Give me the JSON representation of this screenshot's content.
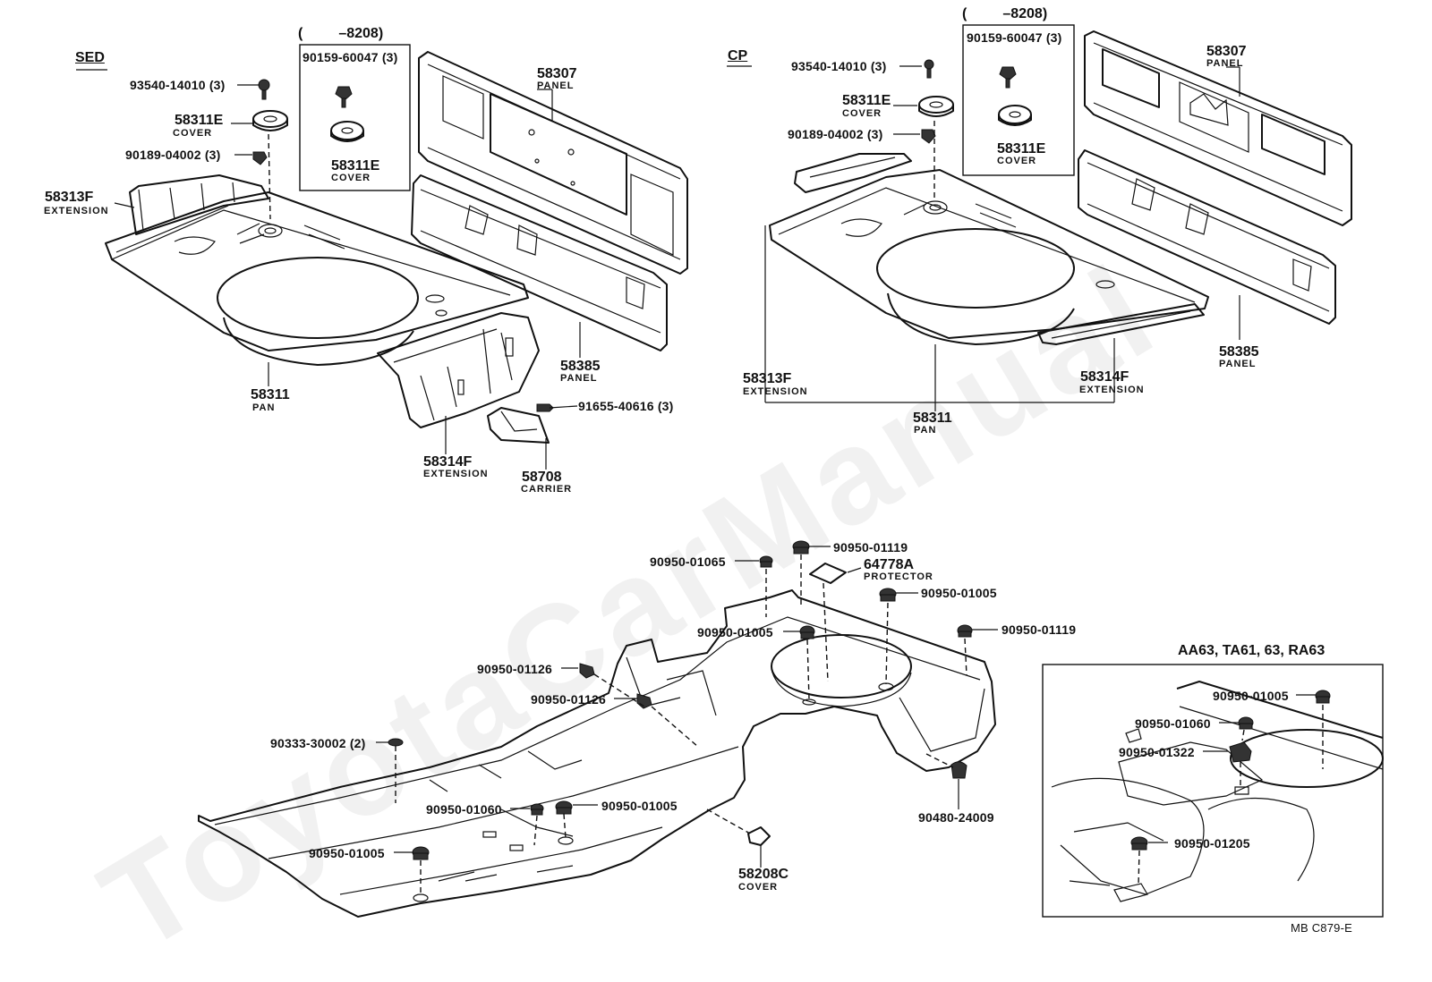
{
  "watermark": "ToyotaCarManual",
  "headers": {
    "sed": "SED",
    "cp": "CP"
  },
  "range_sed": "(         –8208)",
  "range_cp": "(         –8208)",
  "inset_title": "AA63, TA61, 63, RA63",
  "footer_code": "MB C879-E",
  "labels": {
    "sed_93540": "93540-14010 (3)",
    "sed_58311e": "58311E",
    "sed_58311e_sub": "COVER",
    "sed_90189": "90189-04002 (3)",
    "sed_58313f": "58313F",
    "sed_58313f_sub": "EXTENSION",
    "sed_58311": "58311",
    "sed_58311_sub": "PAN",
    "sed_box_90159": "90159-60047 (3)",
    "sed_box_58311e": "58311E",
    "sed_box_58311e_sub": "COVER",
    "sed_58307": "58307",
    "sed_58307_sub": "PANEL",
    "sed_58385": "58385",
    "sed_58385_sub": "PANEL",
    "sed_58314f": "58314F",
    "sed_58314f_sub": "EXTENSION",
    "sed_91655": "91655-40616 (3)",
    "sed_58708": "58708",
    "sed_58708_sub": "CARRIER",
    "cp_93540": "93540-14010 (3)",
    "cp_58311e": "58311E",
    "cp_58311e_sub": "COVER",
    "cp_90189": "90189-04002 (3)",
    "cp_box_90159": "90159-60047 (3)",
    "cp_box_58311e": "58311E",
    "cp_box_58311e_sub": "COVER",
    "cp_58307": "58307",
    "cp_58307_sub": "PANEL",
    "cp_58385": "58385",
    "cp_58385_sub": "PANEL",
    "cp_58313f": "58313F",
    "cp_58313f_sub": "EXTENSION",
    "cp_58314f": "58314F",
    "cp_58314f_sub": "EXTENSION",
    "cp_58311": "58311",
    "cp_58311_sub": "PAN",
    "fl_01065": "90950-01065",
    "fl_01119a": "90950-01119",
    "fl_64778a": "64778A",
    "fl_64778a_sub": "PROTECTOR",
    "fl_01005a": "90950-01005",
    "fl_01005b": "90950-01005",
    "fl_01119b": "90950-01119",
    "fl_01126a": "90950-01126",
    "fl_01126b": "90950-01126",
    "fl_90333": "90333-30002 (2)",
    "fl_01060": "90950-01060",
    "fl_01005c": "90950-01005",
    "fl_01005d": "90950-01005",
    "fl_90480": "90480-24009",
    "fl_58208c": "58208C",
    "fl_58208c_sub": "COVER",
    "in_01005": "90950-01005",
    "in_01060": "90950-01060",
    "in_01322": "90950-01322",
    "in_01205": "90950-01205"
  }
}
